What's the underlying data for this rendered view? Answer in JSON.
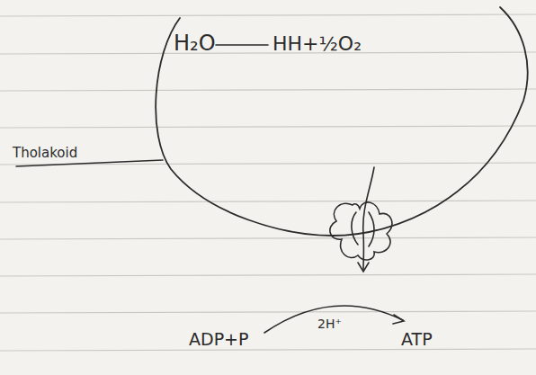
{
  "diagram": {
    "nodes": [
      {
        "text": [
          "H₂O",
          "HH+½O₂"
        ]
      }
    ],
    "labels": [
      "Tholakoid",
      "ADP+P",
      "2H⁺",
      "ATP"
    ]
  }
}
